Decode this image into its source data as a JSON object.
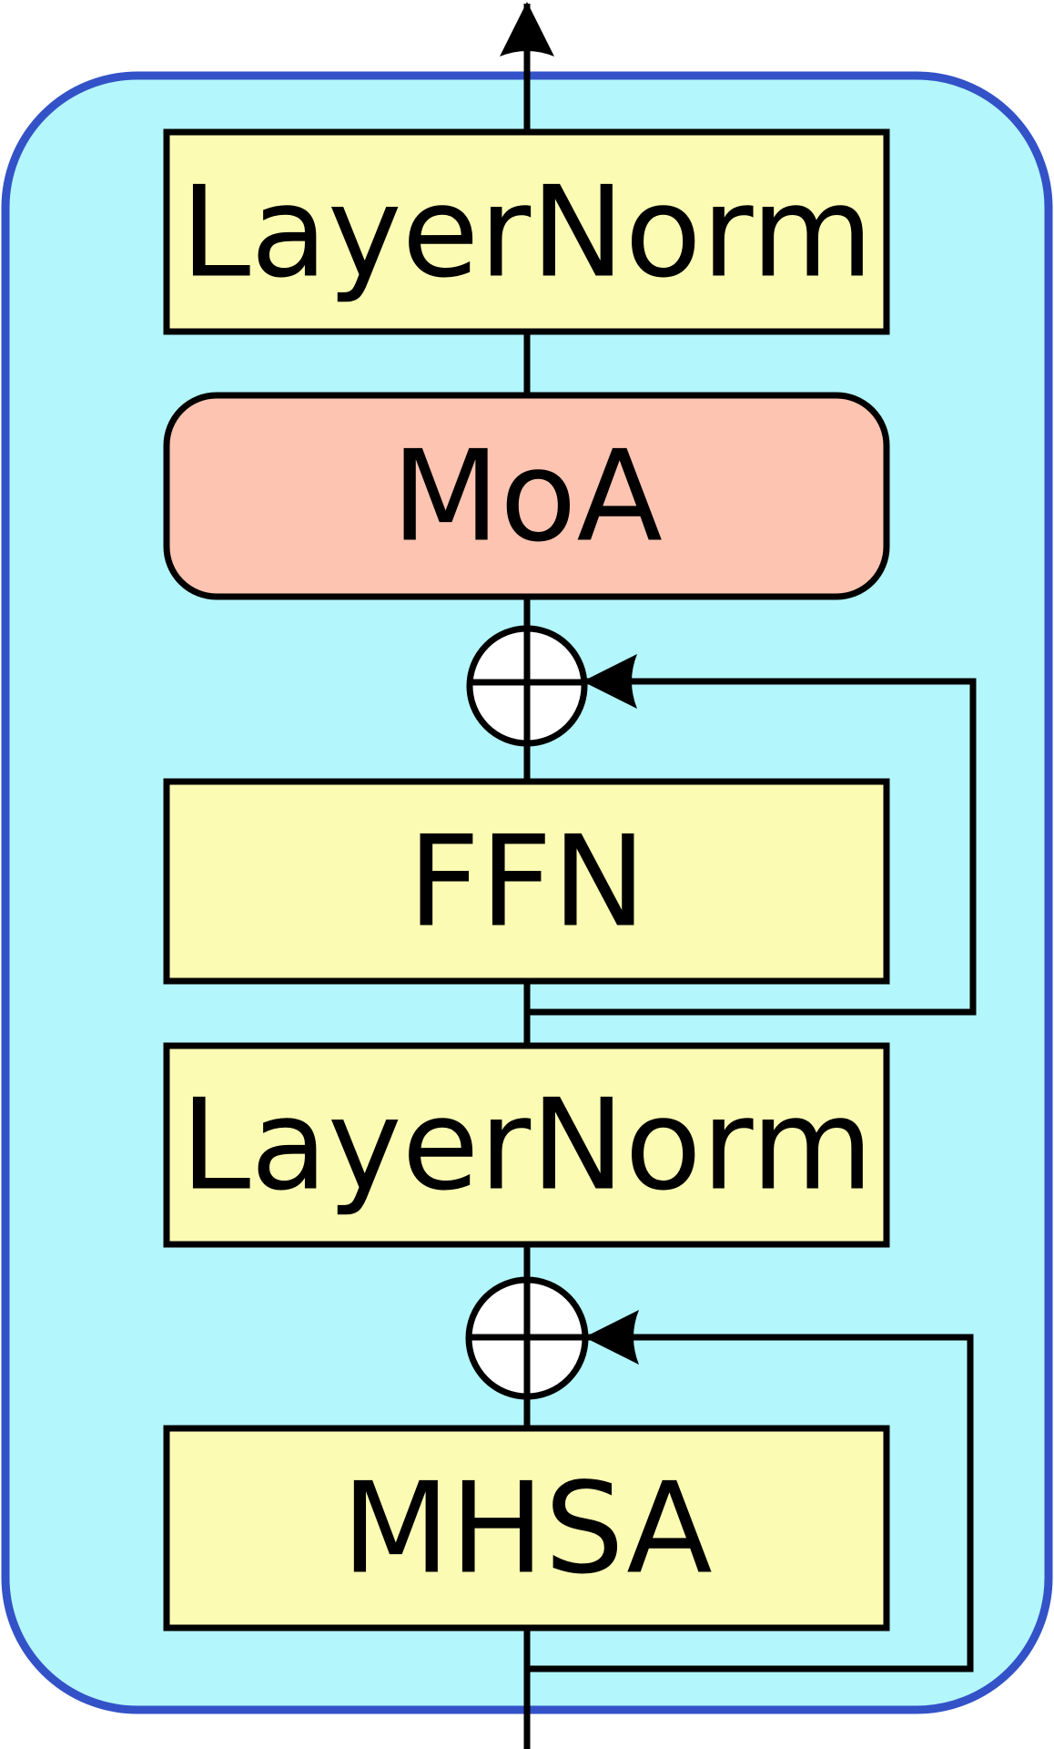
{
  "diagram": {
    "blocks": {
      "layernorm_top": "LayerNorm",
      "moa": "MoA",
      "ffn": "FFN",
      "layernorm_bottom": "LayerNorm",
      "mhsa": "MHSA"
    },
    "colors": {
      "container_fill": "#B3F6FB",
      "container_border": "#3352C7",
      "block_fill": "#FCFBB3",
      "moa_fill": "#FCC4B1",
      "line": "#000000",
      "adder_fill": "#FFFFFF"
    }
  }
}
